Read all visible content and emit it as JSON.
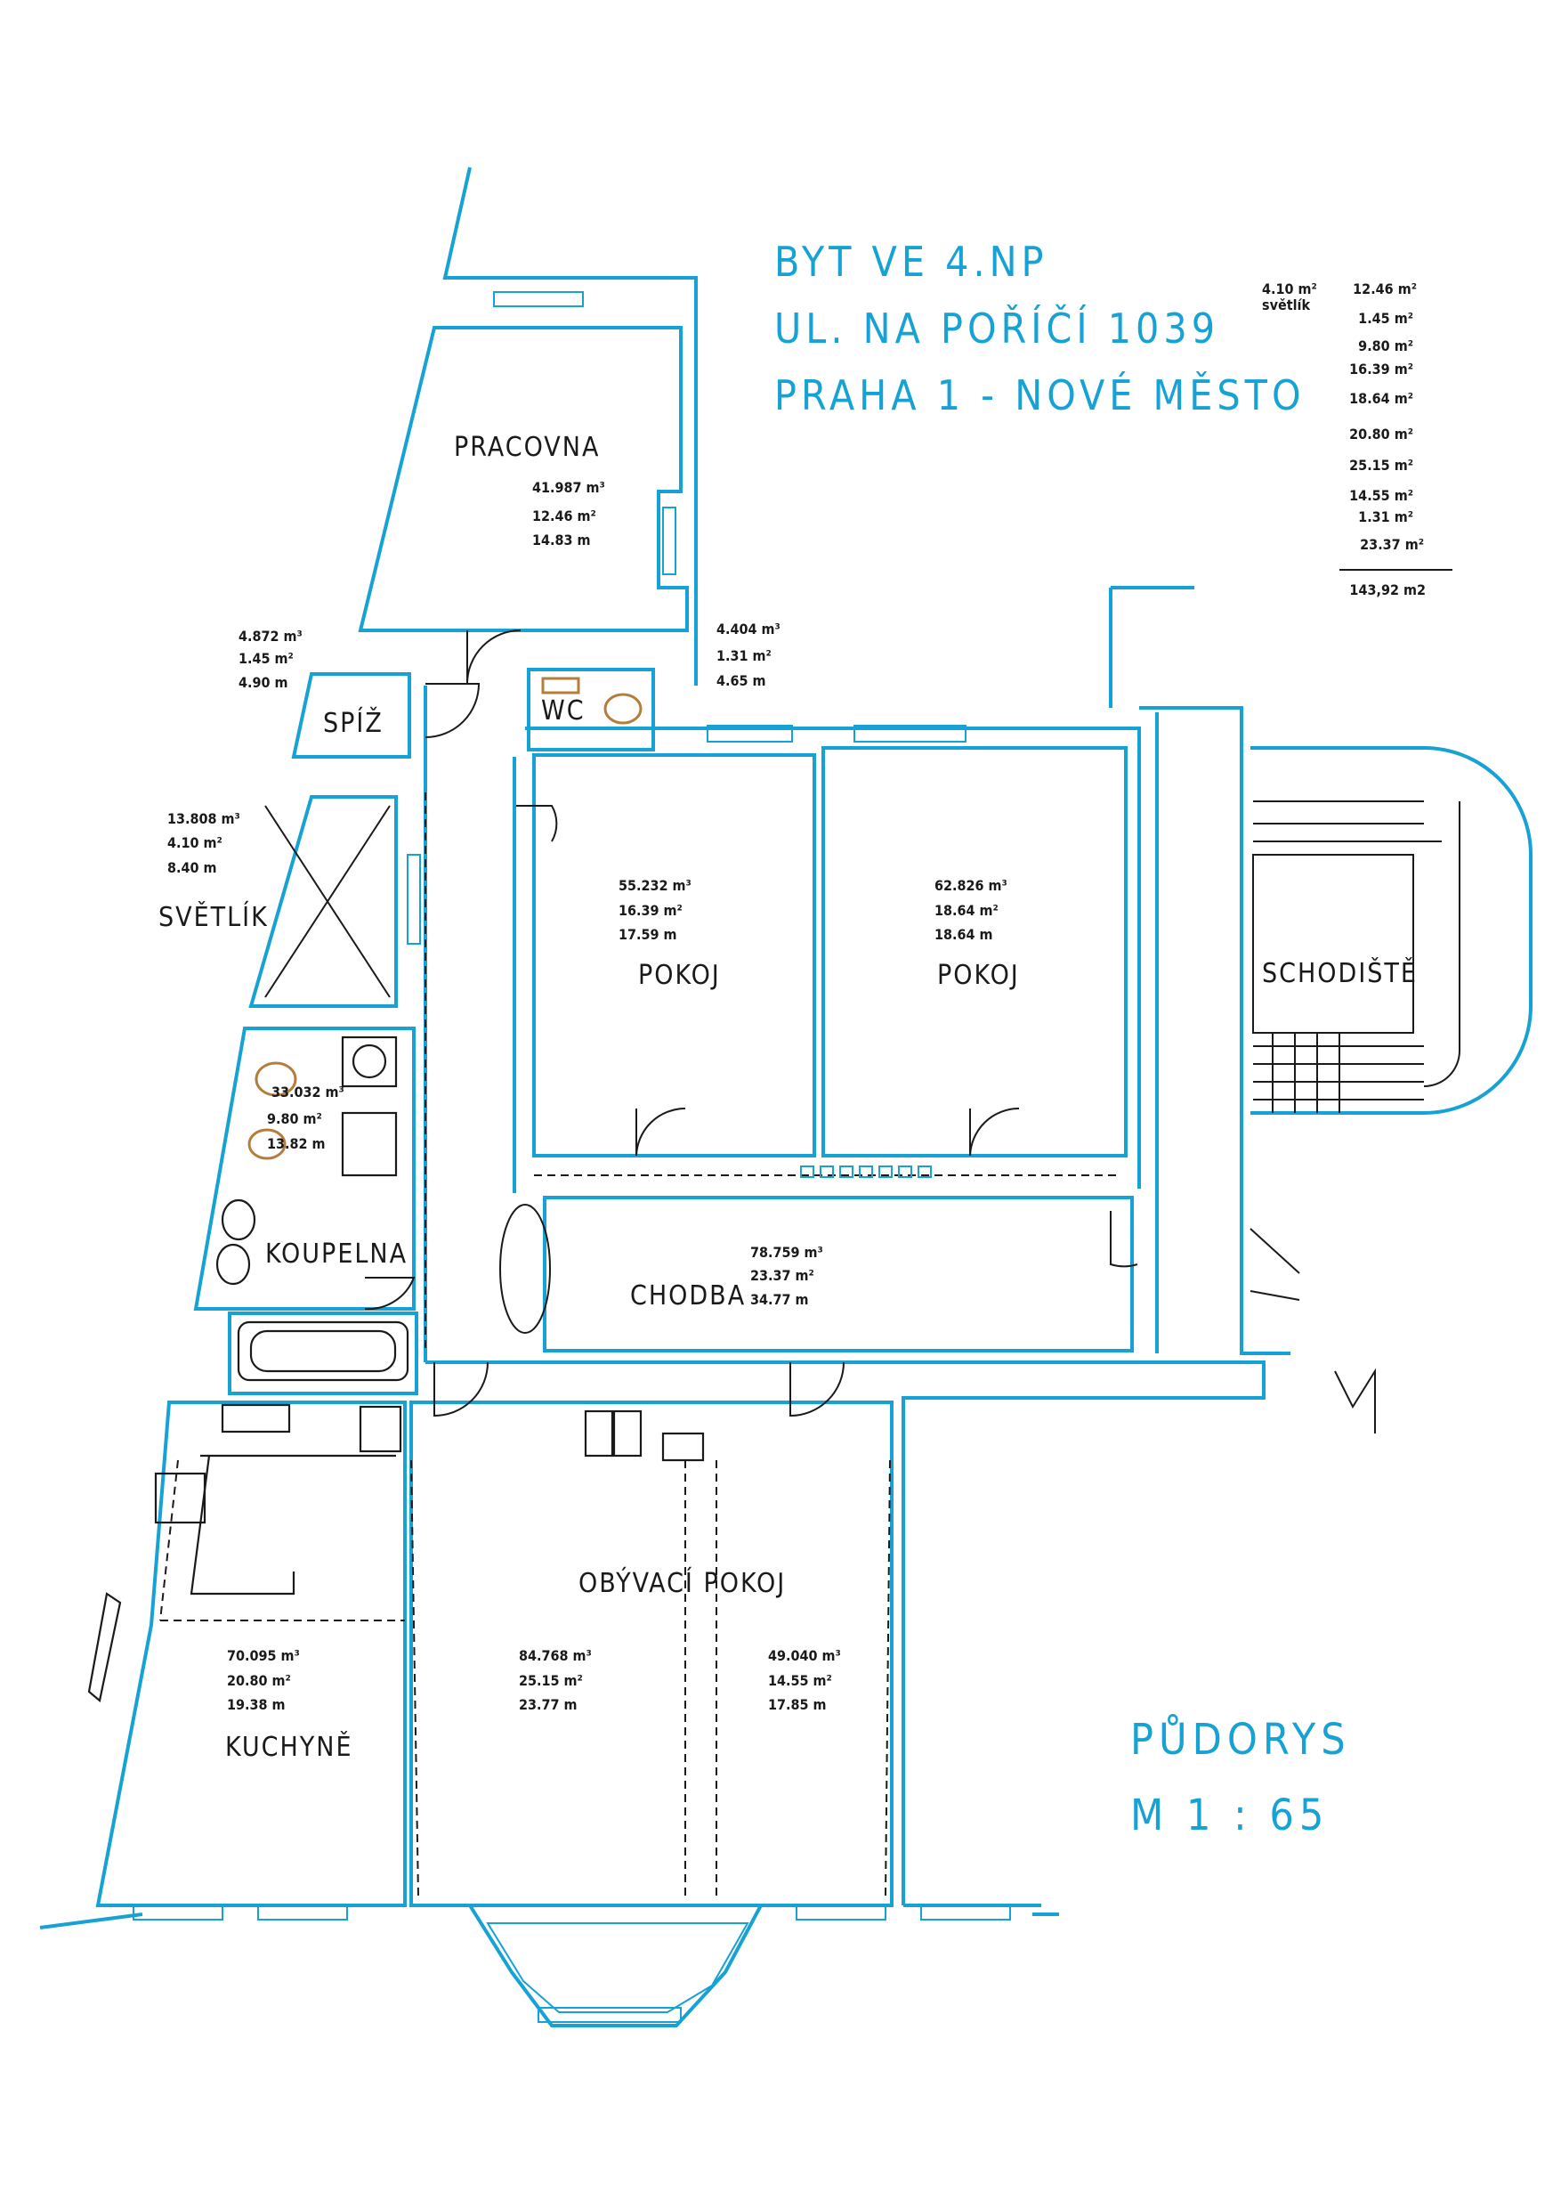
{
  "header": {
    "line1": "BYT VE 4.NP",
    "line2": "UL. NA POŘÍČÍ 1039",
    "line3": "PRAHA 1 - NOVÉ MĚSTO"
  },
  "summary": {
    "light_well": {
      "area": "4.10 m²",
      "label": "světlík"
    },
    "areas": [
      "12.46 m²",
      "1.45 m²",
      "9.80 m²",
      "16.39 m²",
      "18.64 m²",
      "20.80 m²",
      "25.15 m²",
      "14.55 m²",
      "1.31 m²",
      "23.37 m²"
    ],
    "total": "143,92 m2"
  },
  "rooms": {
    "pracovna": {
      "name": "PRACOVNA",
      "volume": "41.987 m³",
      "area": "12.46 m²",
      "perimeter": "14.83 m"
    },
    "spiz": {
      "name": "SPÍŽ",
      "volume": "4.872 m³",
      "area": "1.45 m²",
      "perimeter": "4.90 m"
    },
    "wc": {
      "name": "WC",
      "volume": "4.404 m³",
      "area": "1.31 m²",
      "perimeter": "4.65 m"
    },
    "svetlik": {
      "name": "SVĚTLÍK",
      "volume": "13.808 m³",
      "area": "4.10 m²",
      "perimeter": "8.40 m"
    },
    "pokoj1": {
      "name": "POKOJ",
      "volume": "55.232 m³",
      "area": "16.39 m²",
      "perimeter": "17.59 m"
    },
    "pokoj2": {
      "name": "POKOJ",
      "volume": "62.826 m³",
      "area": "18.64 m²",
      "perimeter": "18.64 m"
    },
    "schodiste": {
      "name": "SCHODIŠTĚ"
    },
    "koupelna": {
      "name": "KOUPELNA",
      "volume": "33.032 m³",
      "area": "9.80 m²",
      "perimeter": "13.82 m"
    },
    "chodba": {
      "name": "CHODBA",
      "volume": "78.759 m³",
      "area": "23.37 m²",
      "perimeter": "34.77 m"
    },
    "kuchyne": {
      "name": "KUCHYNĚ",
      "volume": "70.095 m³",
      "area": "20.80 m²",
      "perimeter": "19.38 m"
    },
    "obyvaci": {
      "name": "OBÝVACÍ POKOJ",
      "volume": "84.768 m³",
      "area": "25.15 m²",
      "perimeter": "23.77 m"
    },
    "obyvaci_b": {
      "volume": "49.040 m³",
      "area": "14.55 m²",
      "perimeter": "17.85 m"
    }
  },
  "footer": {
    "title": "PŮDORYS",
    "scale": "M   1 : 65"
  },
  "colors": {
    "walls": "#16a2d4",
    "fixtures": "#1a1a1a",
    "sanitary": "#b57d3c"
  }
}
